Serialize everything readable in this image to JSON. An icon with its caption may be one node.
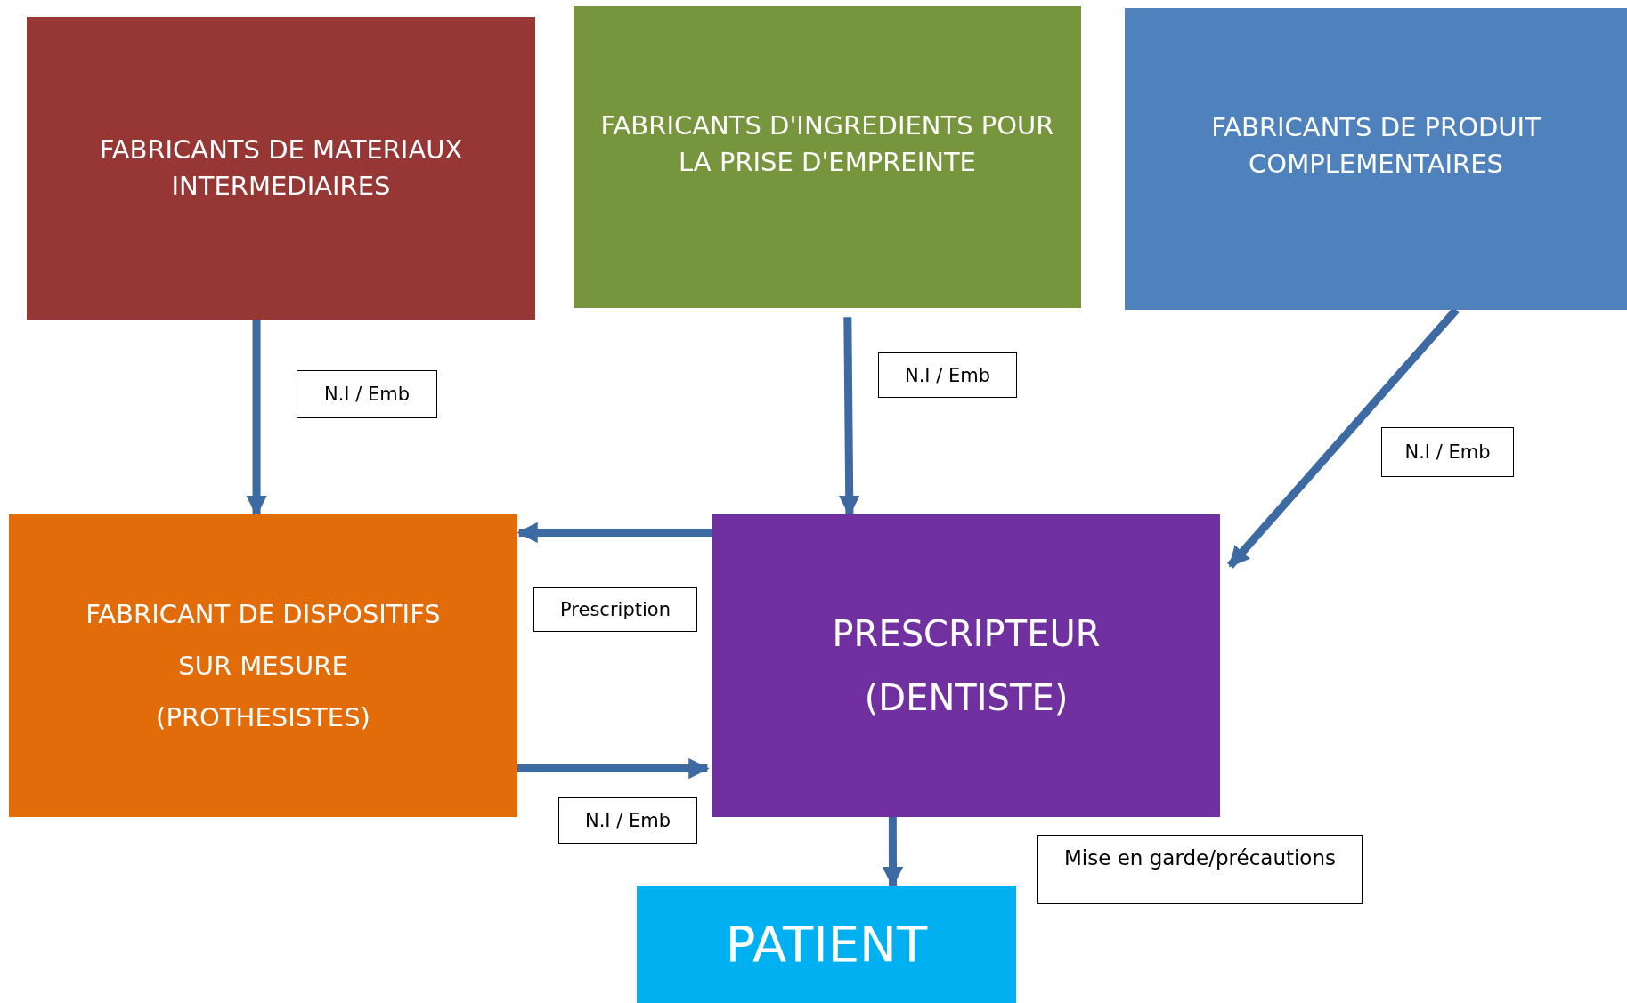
{
  "diagram": {
    "nodes": [
      {
        "text": [
          "FABRICANTS DE MATERIAUX INTERMEDIAIRES"
        ]
      },
      {
        "text": [
          "FABRICANTS D'INGREDIENTS POUR LA PRISE D'EMPREINTE"
        ]
      },
      {
        "text": [
          "FABRICANTS DE PRODUIT COMPLEMENTAIRES"
        ]
      },
      {
        "text": [
          "FABRICANT DE DISPOSITIFS SUR MESURE (PROTHESISTES)"
        ]
      },
      {
        "text": [
          "PRESCRIPTEUR (DENTISTE)"
        ]
      },
      {
        "text": [
          "PATIENT"
        ]
      }
    ],
    "edges": [
      {
        "from": 0,
        "to": 3,
        "arrow": "to",
        "label": "N.I / Emb"
      },
      {
        "from": 1,
        "to": 4,
        "arrow": "to",
        "label": "N.I / Emb"
      },
      {
        "from": 2,
        "to": 4,
        "arrow": "to",
        "label": "N.I / Emb"
      },
      {
        "from": 4,
        "to": 3,
        "arrow": "to",
        "label": "Prescription"
      },
      {
        "from": 3,
        "to": 4,
        "arrow": "to",
        "label": "N.I / Emb"
      },
      {
        "from": 4,
        "to": 5,
        "arrow": "to"
      }
    ],
    "labels": [
      "Mise en garde/précautions"
    ]
  }
}
